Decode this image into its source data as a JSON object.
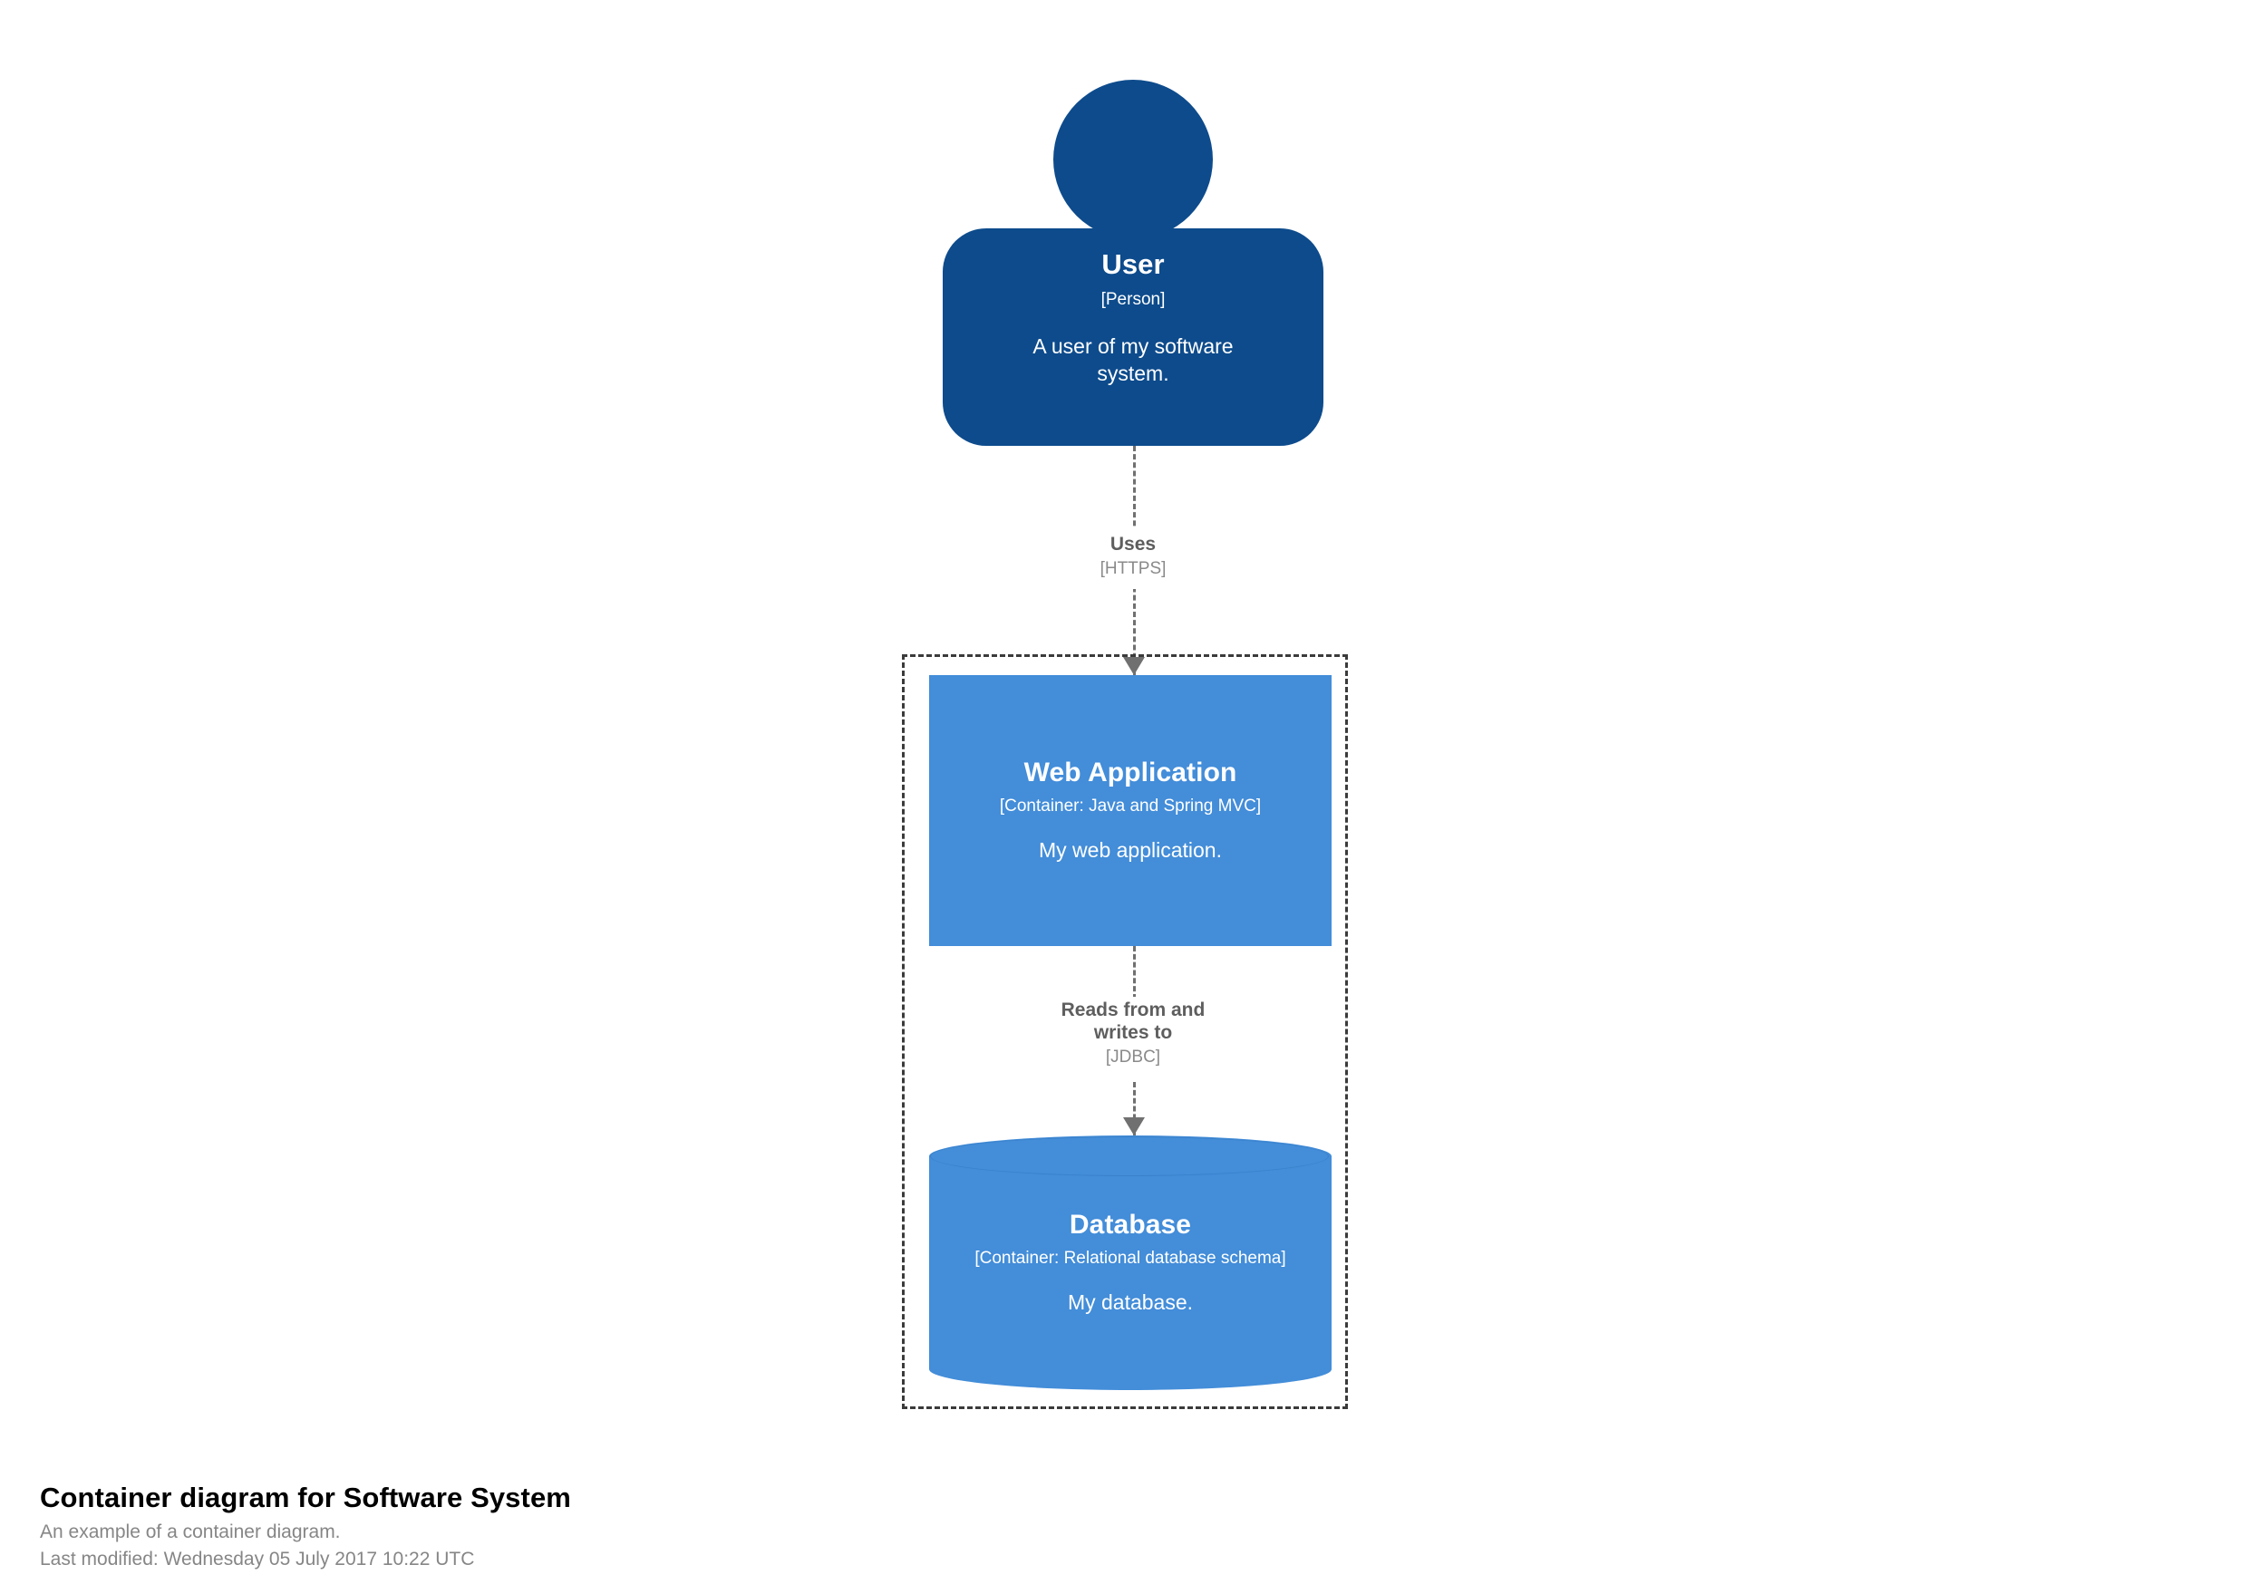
{
  "diagram": {
    "nodes": [
      {
        "id": "user",
        "shape": "person",
        "name": "User",
        "tech": "[Person]",
        "description": "A user of my software system.",
        "color": "#0D4B8C",
        "text_color": "#FFFFFF"
      },
      {
        "id": "web-application",
        "shape": "rectangle",
        "name": "Web Application",
        "tech": "[Container: Java and Spring MVC]",
        "description": "My web application.",
        "color": "#438DD9",
        "text_color": "#FFFFFF"
      },
      {
        "id": "database",
        "shape": "cylinder",
        "name": "Database",
        "tech": "[Container: Relational database schema]",
        "description": "My database.",
        "color": "#438DD9",
        "text_color": "#FFFFFF"
      }
    ],
    "relationships": [
      {
        "id": "user-to-web-application",
        "description": "Uses",
        "technology": "[HTTPS]",
        "style": "dashed",
        "color": "#707070"
      },
      {
        "id": "web-application-to-database",
        "description_line_1": "Reads from and",
        "description_line_2": "writes to",
        "technology": "[JDBC]",
        "style": "dashed",
        "color": "#707070"
      }
    ],
    "boundary": {
      "style": "dashed",
      "color": "#3B3B3B"
    }
  },
  "caption": {
    "title": "Container diagram for Software System",
    "subtitle": "An example of a container diagram.",
    "last_modified": "Last modified: Wednesday 05 July 2017 10:22 UTC"
  }
}
